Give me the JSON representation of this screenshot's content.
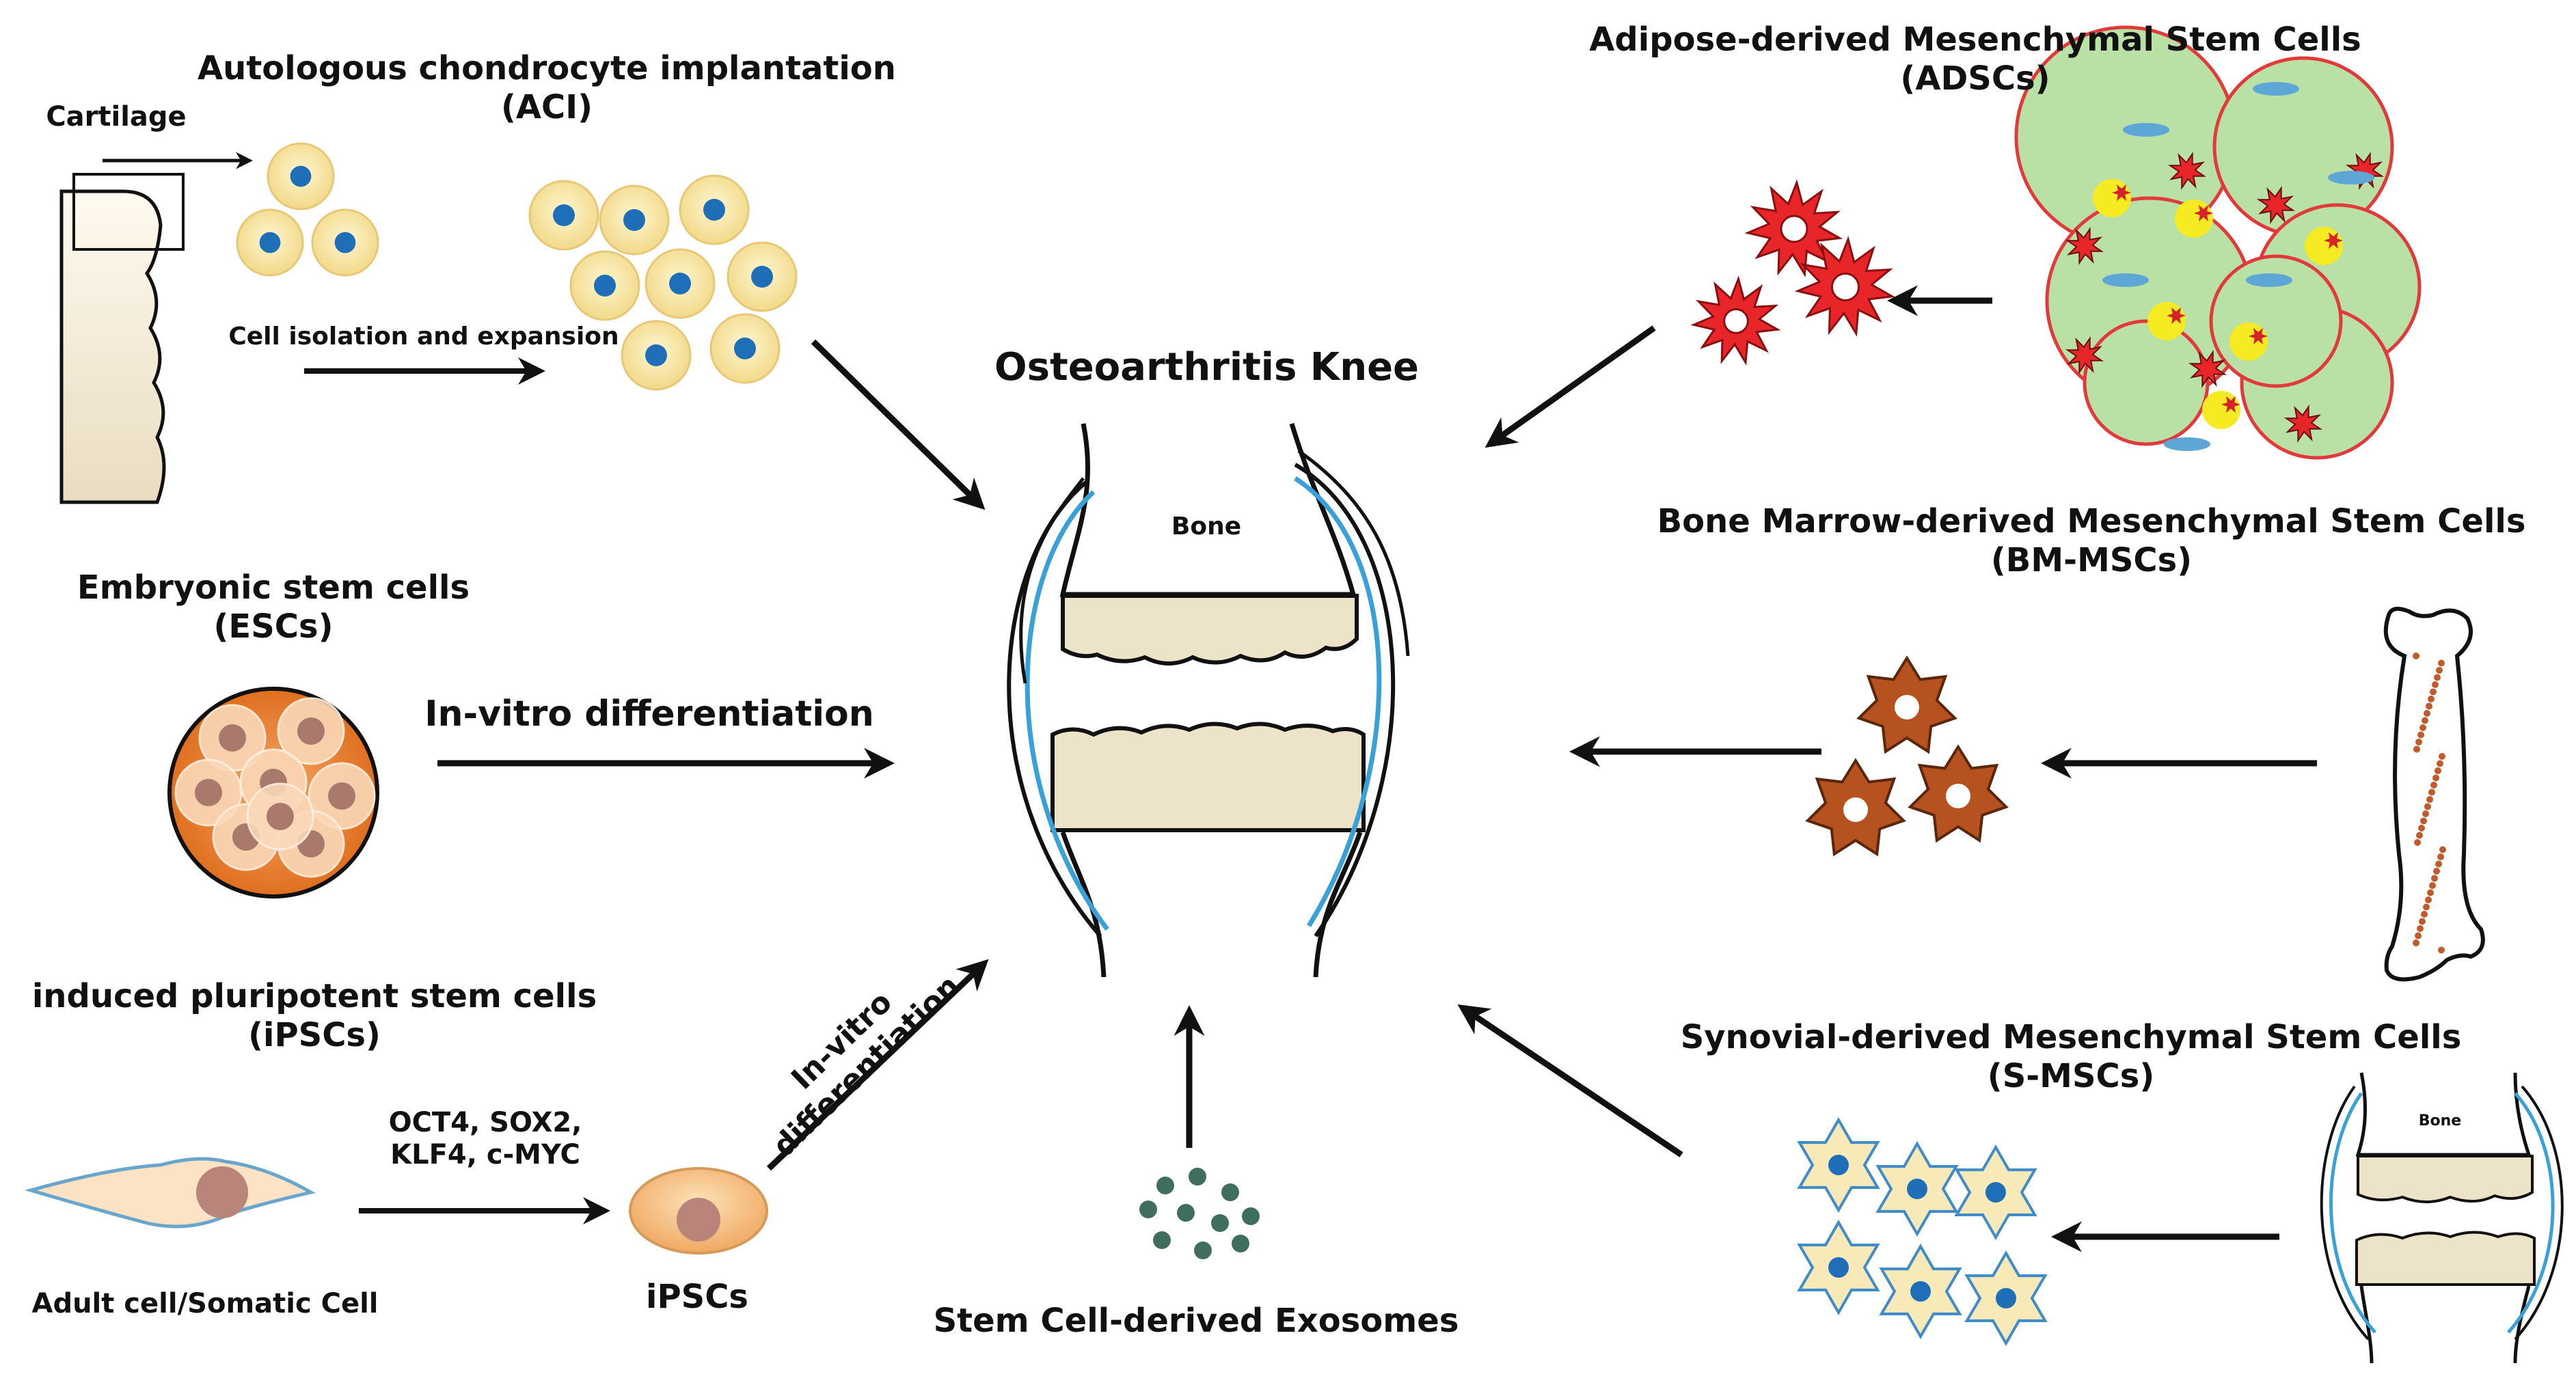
{
  "center": {
    "title": "Osteoarthritis Knee",
    "bone_label": "Bone"
  },
  "aci": {
    "title_line1": "Autologous chondrocyte implantation",
    "title_line2": "(ACI)",
    "cartilage_label": "Cartilage",
    "process_label": "Cell isolation and expansion"
  },
  "escs": {
    "title_line1": "Embryonic stem cells",
    "title_line2": "(ESCs)",
    "arrow_label": "In-vitro differentiation"
  },
  "ipscs": {
    "title_line1": "induced pluripotent stem cells",
    "title_line2": "(iPSCs)",
    "factors_line1": "OCT4, SOX2,",
    "factors_line2": "KLF4, c-MYC",
    "somatic_label": "Adult cell/Somatic Cell",
    "ipsc_label": "iPSCs",
    "arrow_label_line1": "In-vitro",
    "arrow_label_line2": "differentiation"
  },
  "exosomes": {
    "label": "Stem Cell-derived Exosomes"
  },
  "adscs": {
    "title_line1": "Adipose-derived Mesenchymal Stem Cells",
    "title_line2": "(ADSCs)"
  },
  "bmmscs": {
    "title_line1": "Bone Marrow-derived Mesenchymal Stem Cells",
    "title_line2": "(BM-MSCs)"
  },
  "smscs": {
    "title_line1": "Synovial-derived Mesenchymal Stem Cells",
    "title_line2": "(S-MSCs)",
    "bone_label": "Bone"
  },
  "colors": {
    "cell_fill": "#f8e7a6",
    "cell_nucleus": "#1f6fb8",
    "bone_fill": "#ede3c8",
    "synovium_blue": "#3aa0d8",
    "adipocyte_fill": "#b9e0a5",
    "adipocyte_border": "#e23a3a",
    "adsc_red": "#e8262a",
    "bmmsc_brown": "#b5521f",
    "esc_orange": "#e87d2a",
    "exosome_green": "#3f6e5c"
  }
}
